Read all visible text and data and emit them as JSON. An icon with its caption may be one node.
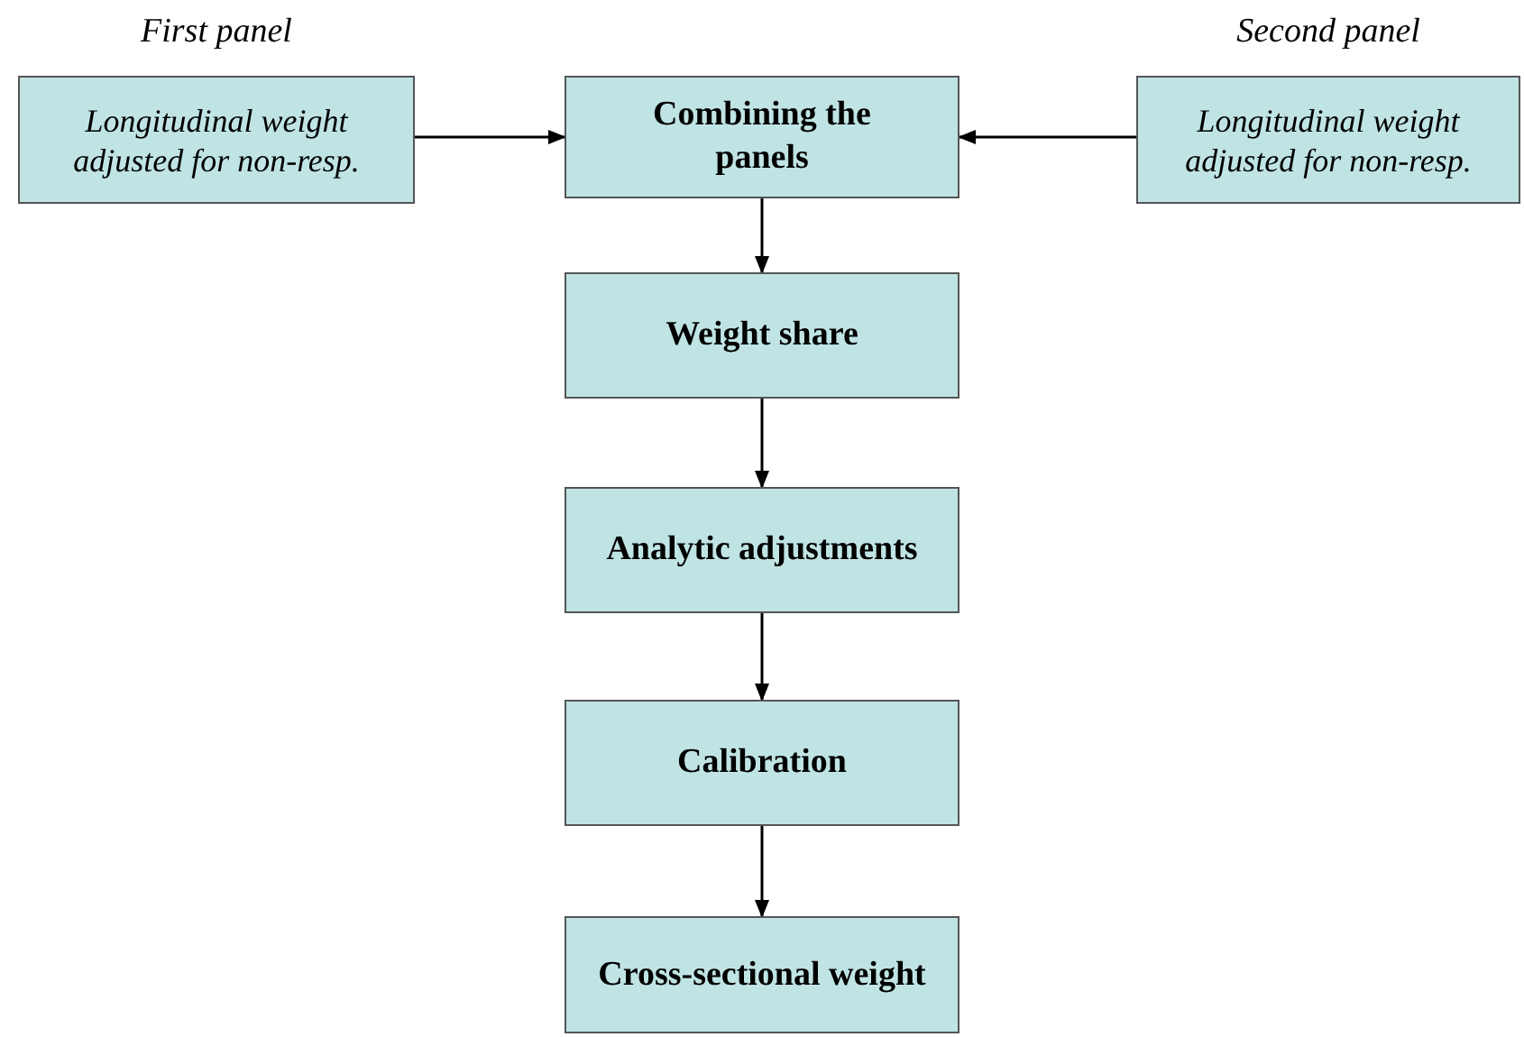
{
  "diagram": {
    "nodes": [
      {
        "text": [
          "First panel",
          "Longitudinal weight adjusted for non-resp."
        ]
      },
      {
        "text": [
          "Combining the panels"
        ]
      },
      {
        "text": [
          "Second panel",
          "Longitudinal weight adjusted for non-resp."
        ]
      },
      {
        "text": [
          "Weight share"
        ]
      },
      {
        "text": [
          "Analytic adjustments"
        ]
      },
      {
        "text": [
          "Calibration"
        ]
      },
      {
        "text": [
          "Cross-sectional weight"
        ]
      }
    ],
    "edges": [
      {
        "from": 0,
        "to": 1,
        "arrow": "to"
      },
      {
        "from": 2,
        "to": 1,
        "arrow": "to"
      },
      {
        "from": 1,
        "to": 3,
        "arrow": "to"
      },
      {
        "from": 3,
        "to": 4,
        "arrow": "to"
      },
      {
        "from": 4,
        "to": 5,
        "arrow": "to"
      },
      {
        "from": 5,
        "to": 6,
        "arrow": "to"
      }
    ]
  }
}
